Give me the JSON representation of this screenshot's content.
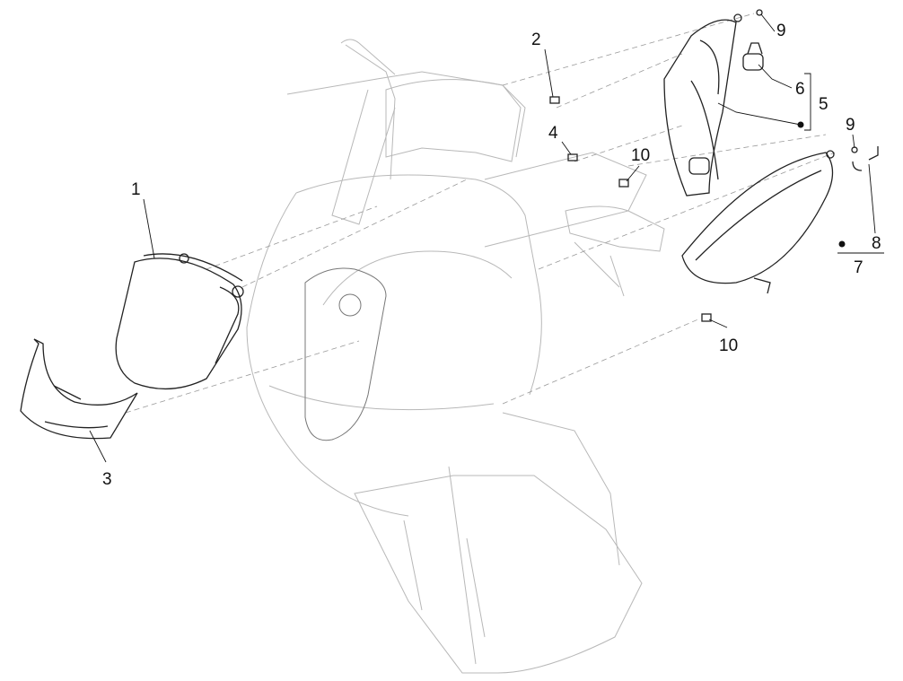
{
  "diagram": {
    "type": "exploded parts diagram",
    "callouts": [
      {
        "id": "callout-1",
        "text": "1"
      },
      {
        "id": "callout-2",
        "text": "2"
      },
      {
        "id": "callout-3",
        "text": "3"
      },
      {
        "id": "callout-4",
        "text": "4"
      },
      {
        "id": "callout-5",
        "text": "5"
      },
      {
        "id": "callout-6",
        "text": "6"
      },
      {
        "id": "callout-7",
        "text": "7"
      },
      {
        "id": "callout-8",
        "text": "8"
      },
      {
        "id": "callout-9a",
        "text": "9"
      },
      {
        "id": "callout-9b",
        "text": "9"
      },
      {
        "id": "callout-10a",
        "text": "10"
      },
      {
        "id": "callout-10b",
        "text": "10"
      }
    ],
    "colors": {
      "line": "#222222",
      "ghost": "#b8b8b8",
      "background": "#ffffff"
    }
  }
}
